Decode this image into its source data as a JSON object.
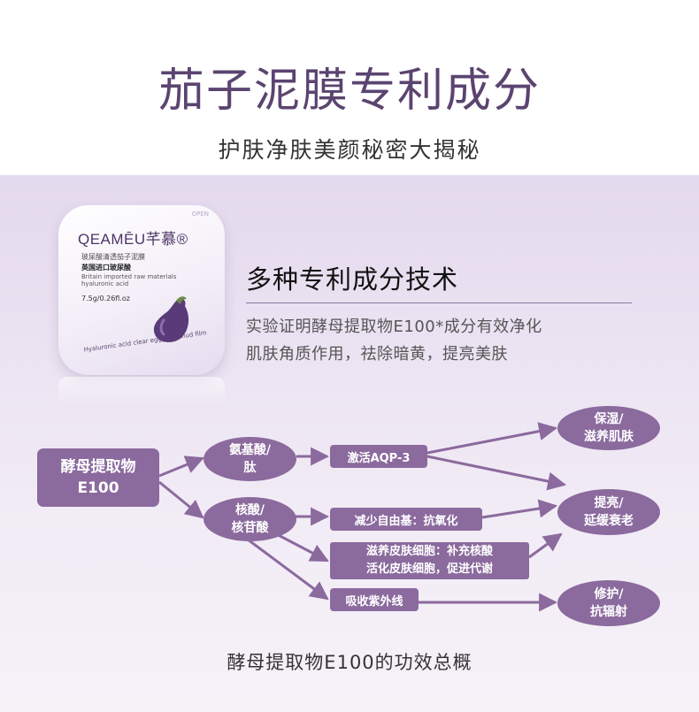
{
  "header": {
    "title": "茄子泥膜专利成分",
    "subtitle": "护肤净肤美颜秘密大揭秘"
  },
  "product": {
    "tab_text": "OPEN",
    "brand": "QEAMĒU芊慕®",
    "name_cn": "玻尿酸清透茄子泥膜",
    "import_line": "英国进口玻尿酸",
    "en_text": "Britain imported raw materials hyaluronic acid",
    "weight": "7.5g/0.26fl.oz",
    "curve_text": "Hyaluronic acid clear eggplant mud film",
    "icon": "eggplant-icon"
  },
  "section": {
    "heading": "多种专利成分技术",
    "line1": "实验证明酵母提取物E100*成分有效净化",
    "line2": "肌肤角质作用，祛除暗黄，提亮美肤"
  },
  "diagram": {
    "source": {
      "line1": "酵母提取物",
      "line2": "E100"
    },
    "amino": {
      "line1": "氨基酸/",
      "line2": "肽"
    },
    "nucleic": {
      "line1": "核酸/",
      "line2": "核苷酸"
    },
    "aqp": "激活AQP-3",
    "antiox": "减少自由基：抗氧化",
    "cells": {
      "line1": "滋养皮肤细胞：补充核酸",
      "line2": "活化皮肤细胞，促进代谢"
    },
    "uv": "吸收紫外线",
    "moist": {
      "line1": "保湿/",
      "line2": "滋养肌肤"
    },
    "bright": {
      "line1": "提亮/",
      "line2": "延缓衰老"
    },
    "repair": {
      "line1": "修护/",
      "line2": "抗辐射"
    }
  },
  "caption": "酵母提取物E100的功效总概",
  "colors": {
    "accent": "#8b6a9e",
    "title": "#5b4470",
    "background": "#ece4f1"
  }
}
